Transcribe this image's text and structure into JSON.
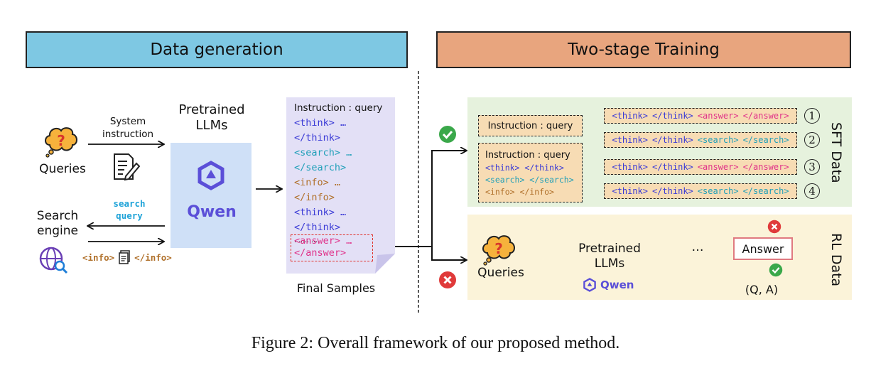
{
  "headers": {
    "left": "Data generation",
    "right": "Two-stage Training"
  },
  "left": {
    "queries_label": "Queries",
    "system_instruction": [
      "System",
      "instruction"
    ],
    "pretrained": [
      "Pretrained",
      "LLMs"
    ],
    "qwen_label": "Qwen",
    "search_query": [
      "search",
      "query"
    ],
    "search_engine": [
      "Search",
      "engine"
    ],
    "info_open": "<info>",
    "info_close": "</info>"
  },
  "sample": {
    "instruction": "Instruction : query",
    "lines": [
      "<think> …",
      "</think>",
      "<search> …",
      "</search>",
      "<info> …",
      "</info>",
      "<think> …",
      "</think>"
    ],
    "ellipsis": "…………",
    "answer_lines": [
      "<answer> …",
      "</answer>"
    ],
    "caption": "Final Samples"
  },
  "sft": {
    "label": "SFT Data",
    "inst1": "Instruction : query",
    "inst2": "Instruction : query",
    "inst2_lines": [
      "<think> </think>",
      "<search> </search>",
      "<info> </info>"
    ],
    "rows": [
      {
        "num": "1",
        "t1": "<think>",
        "t2": "</think>",
        "t3": "<answer>",
        "t4": "</answer>",
        "kind": "answer"
      },
      {
        "num": "2",
        "t1": "<think>",
        "t2": "</think>",
        "t3": "<search>",
        "t4": "</search>",
        "kind": "search"
      },
      {
        "num": "3",
        "t1": "<think>",
        "t2": "</think>",
        "t3": "<answer>",
        "t4": "</answer>",
        "kind": "answer"
      },
      {
        "num": "4",
        "t1": "<think>",
        "t2": "</think>",
        "t3": "<search>",
        "t4": "</search>",
        "kind": "search"
      }
    ]
  },
  "rl": {
    "label": "RL Data",
    "queries_label": "Queries",
    "pretrained": [
      "Pretrained",
      "LLMs"
    ],
    "qwen_label": "Qwen",
    "dots": "…",
    "answer": "Answer",
    "qa": "(Q, A)"
  },
  "caption": "Figure 2: Overall framework of our proposed method.",
  "colors": {
    "left_header": "#7ec8e3",
    "right_header": "#e8a57e",
    "llm_box": "#cfe0f7",
    "sample_bg": "#e3e0f6",
    "sft_bg": "#e6f2dd",
    "rl_bg": "#fbf3d9",
    "tag_fill": "#f7dcb4",
    "check": "#3aa84a",
    "cross": "#e03a3a"
  }
}
